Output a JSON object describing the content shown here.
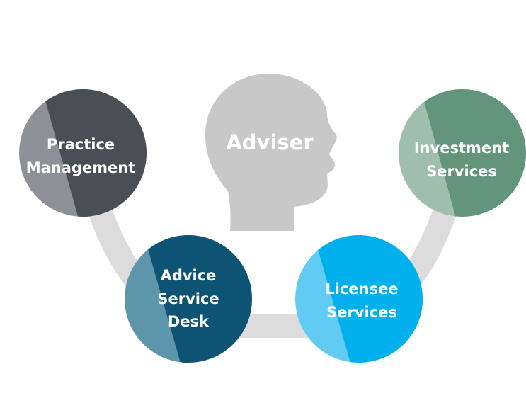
{
  "center": {
    "label": "Adviser",
    "icon": "head-silhouette-icon",
    "color": "#c8c8c8"
  },
  "arc_color": "#dcdcdc",
  "nodes": [
    {
      "id": "practice-management",
      "lines": [
        "Practice",
        "Management"
      ],
      "color_dark": "#4a4e55",
      "color_light": "#8d9096"
    },
    {
      "id": "advice-service-desk",
      "lines": [
        "Advice",
        "Service",
        "Desk"
      ],
      "color_dark": "#0d5373",
      "color_light": "#5d95ab"
    },
    {
      "id": "licensee-services",
      "lines": [
        "Licensee",
        "Services"
      ],
      "color_dark": "#00b0ec",
      "color_light": "#62cbf3"
    },
    {
      "id": "investment-services",
      "lines": [
        "Investment",
        "Services"
      ],
      "color_dark": "#62957c",
      "color_light": "#9fbeae"
    }
  ]
}
